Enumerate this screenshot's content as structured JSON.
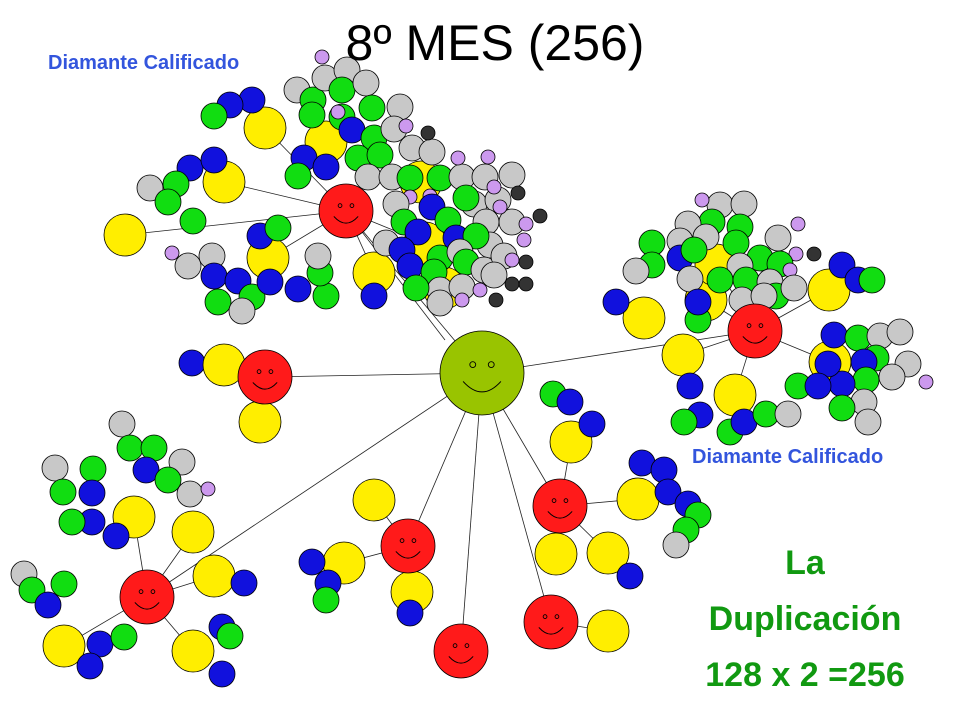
{
  "title": "8º MES (256)",
  "label_top_left": "Diamante Calificado",
  "label_right": "Diamante Calificado",
  "footer": {
    "line1": "La",
    "line2": "Duplicación",
    "line3": "128 x 2 =256"
  },
  "colors": {
    "center": "#99c400",
    "leader": "#ff1a1a",
    "yellow": "#ffee00",
    "blue": "#1111dd",
    "green": "#11dd11",
    "gray": "#c8c8c8",
    "lilac": "#cc99ee",
    "dark": "#333333"
  }
}
